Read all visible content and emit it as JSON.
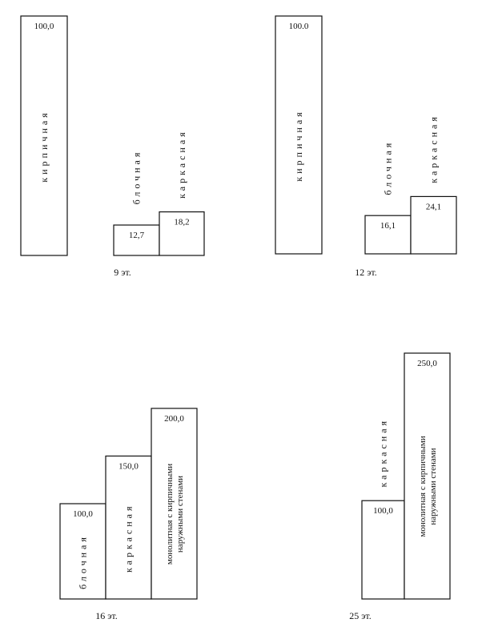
{
  "chart_data": [
    {
      "type": "bar",
      "caption": "9 эт.",
      "categories": [
        "кирпичная",
        "блочная",
        "каркасная"
      ],
      "values": [
        100.0,
        12.7,
        18.2
      ],
      "value_labels": [
        "100,0",
        "12,7",
        "18,2"
      ],
      "ylim": [
        0,
        100
      ]
    },
    {
      "type": "bar",
      "caption": "12 эт.",
      "categories": [
        "кирпичная",
        "блочная",
        "каркасная"
      ],
      "values": [
        100.0,
        16.1,
        24.1
      ],
      "value_labels": [
        "100.0",
        "16,1",
        "24,1"
      ],
      "ylim": [
        0,
        100
      ]
    },
    {
      "type": "bar",
      "caption": "16 эт.",
      "categories": [
        "блочная",
        "каркасная",
        "монолитная с кирпичными наружными стенами"
      ],
      "category_lines": [
        [
          "блочная"
        ],
        [
          "каркасная"
        ],
        [
          "монолитная с кирпичными",
          "наружными стенами"
        ]
      ],
      "values": [
        100.0,
        150.0,
        200.0
      ],
      "value_labels": [
        "100,0",
        "150,0",
        "200,0"
      ],
      "ylim": [
        0,
        200
      ]
    },
    {
      "type": "bar",
      "caption": "25 эт.",
      "categories": [
        "каркасная",
        "монолитная с кирпичными наружными стенами"
      ],
      "category_lines": [
        [
          "каркасная"
        ],
        [
          "монолитная с кирпичными",
          "наружными стенами"
        ]
      ],
      "values": [
        100.0,
        250.0
      ],
      "value_labels": [
        "100,0",
        "250,0"
      ],
      "ylim": [
        0,
        250
      ]
    }
  ]
}
